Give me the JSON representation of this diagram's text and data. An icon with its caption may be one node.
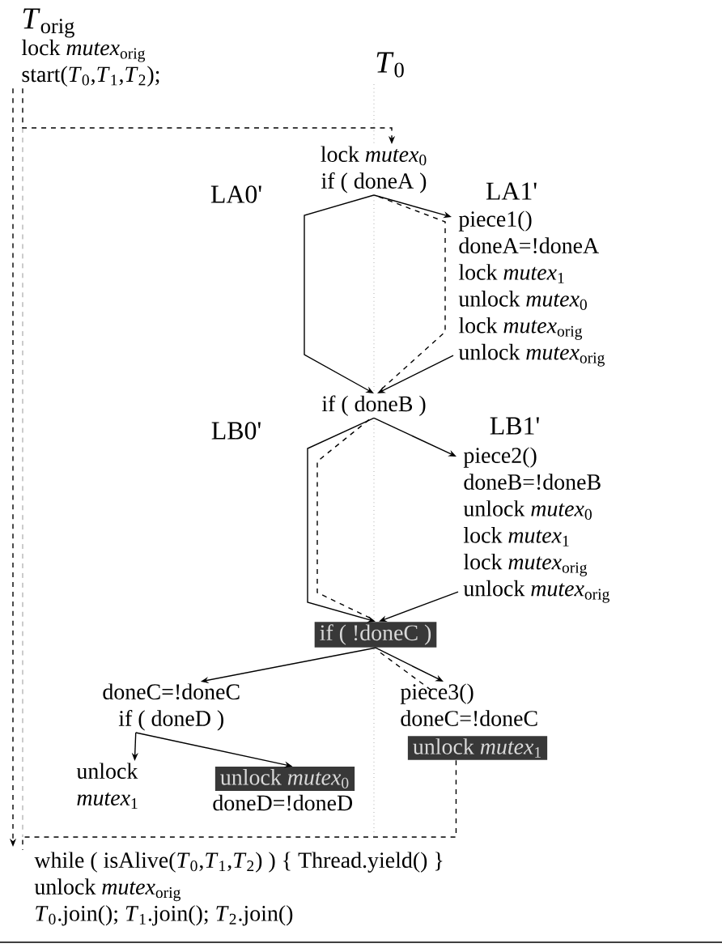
{
  "diagram": {
    "nodes": [
      {
        "text": [
          "*T*$_{orig}$",
          "lock *mutex*$_{orig}$",
          "start(*T*$_{0}$,*T*$_{1}$,*T*$_{2}$);"
        ]
      },
      {
        "text": [
          "lock *mutex*$_{0}$",
          "if ( doneA )"
        ]
      },
      {
        "text": [
          "piece1()",
          "doneA=!doneA",
          "lock *mutex*$_{1}$",
          "unlock *mutex*$_{0}$",
          "lock *mutex*$_{orig}$",
          "unlock *mutex*$_{orig}$"
        ]
      },
      {
        "text": [
          "if ( doneB )"
        ]
      },
      {
        "text": [
          "piece2()",
          "doneB=!doneB",
          "unlock *mutex*$_{0}$",
          "lock *mutex*$_{1}$",
          "lock *mutex*$_{orig}$",
          "unlock *mutex*$_{orig}$"
        ]
      },
      {
        "text": [
          "if ( !doneC )"
        ]
      },
      {
        "text": [
          "doneC=!doneC",
          "if ( doneD )"
        ]
      },
      {
        "text": [
          "piece3()",
          "doneC=!doneC"
        ]
      },
      {
        "text": [
          "unlock *mutex*$_{1}$"
        ]
      },
      {
        "text": [
          "unlock *mutex*$_{1}$"
        ]
      },
      {
        "text": [
          "unlock *mutex*$_{0}$"
        ],
        "beside": [
          "doneD=!doneD"
        ]
      },
      {
        "text": [
          "while ( isAlive(*T*$_{0}$,*T*$_{1}$,*T*$_{2}$) ) { Thread.yield() }",
          "unlock *mutex*$_{orig}$",
          "*T*$_{0}$.join(); *T*$_{1}$.join(); *T*$_{2}$.join()"
        ]
      }
    ],
    "edges": [
      {
        "from": 0,
        "to": 1,
        "arrow": "to",
        "style": "dashed"
      },
      {
        "from": 1,
        "to": 3,
        "arrow": "to",
        "label": "LA0'"
      },
      {
        "from": 1,
        "to": 2,
        "arrow": "to",
        "label": "LA1'"
      },
      {
        "from": 1,
        "to": 3,
        "arrow": "none",
        "style": "dashed"
      },
      {
        "from": 2,
        "to": 3,
        "arrow": "to"
      },
      {
        "from": 3,
        "to": 5,
        "arrow": "to",
        "label": "LB0'"
      },
      {
        "from": 3,
        "to": 4,
        "arrow": "to",
        "label": "LB1'"
      },
      {
        "from": 3,
        "to": 5,
        "arrow": "none",
        "style": "dashed"
      },
      {
        "from": 4,
        "to": 5,
        "arrow": "to"
      },
      {
        "from": 5,
        "to": 6,
        "arrow": "to"
      },
      {
        "from": 5,
        "to": 7,
        "arrow": "to"
      },
      {
        "from": 5,
        "to": 7,
        "arrow": "none",
        "style": "dashed"
      },
      {
        "from": 6,
        "to": 9,
        "arrow": "to"
      },
      {
        "from": 6,
        "to": 10,
        "arrow": "to"
      },
      {
        "from": 0,
        "to": 11,
        "arrow": "to",
        "style": "dashed"
      },
      {
        "from": 8,
        "to": 11,
        "arrow": "none",
        "style": "dashed"
      }
    ],
    "labels": [
      "*T*$_{0}$"
    ]
  }
}
